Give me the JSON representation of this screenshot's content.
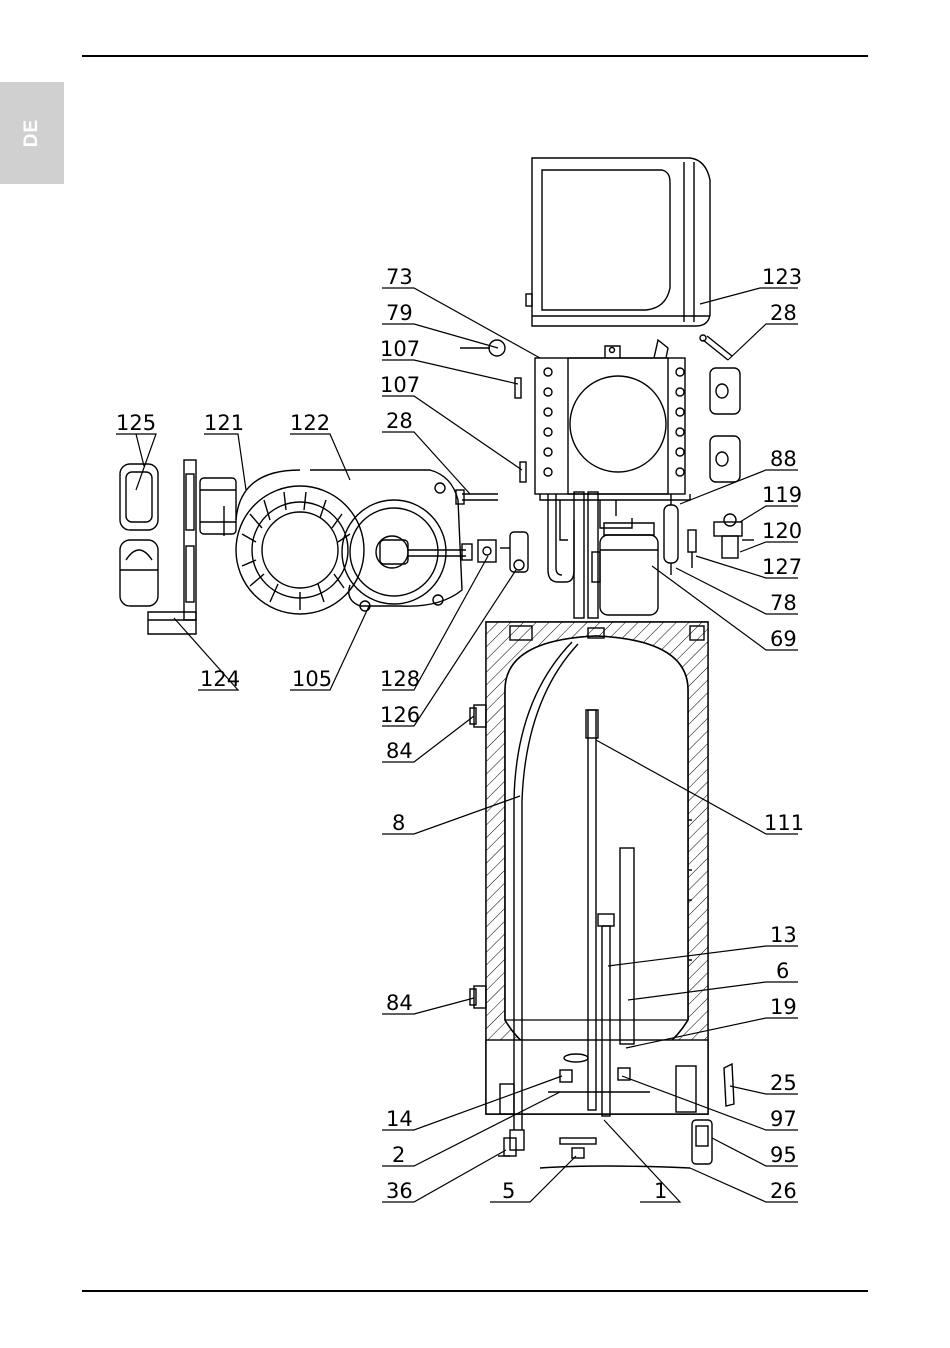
{
  "language_tab": "DE",
  "part_labels": {
    "p73": "73",
    "p79": "79",
    "p107a": "107",
    "p107b": "107",
    "p28a": "28",
    "p123": "123",
    "p28b": "28",
    "p88": "88",
    "p119": "119",
    "p120": "120",
    "p127": "127",
    "p78": "78",
    "p69": "69",
    "p125": "125",
    "p121": "121",
    "p122": "122",
    "p124": "124",
    "p105": "105",
    "p128": "128",
    "p126": "126",
    "p84a": "84",
    "p111": "111",
    "p8": "8",
    "p13": "13",
    "p6": "6",
    "p84b": "84",
    "p19": "19",
    "p25": "25",
    "p14": "14",
    "p97": "97",
    "p2": "2",
    "p95": "95",
    "p36": "36",
    "p5": "5",
    "p1": "1",
    "p26": "26"
  }
}
